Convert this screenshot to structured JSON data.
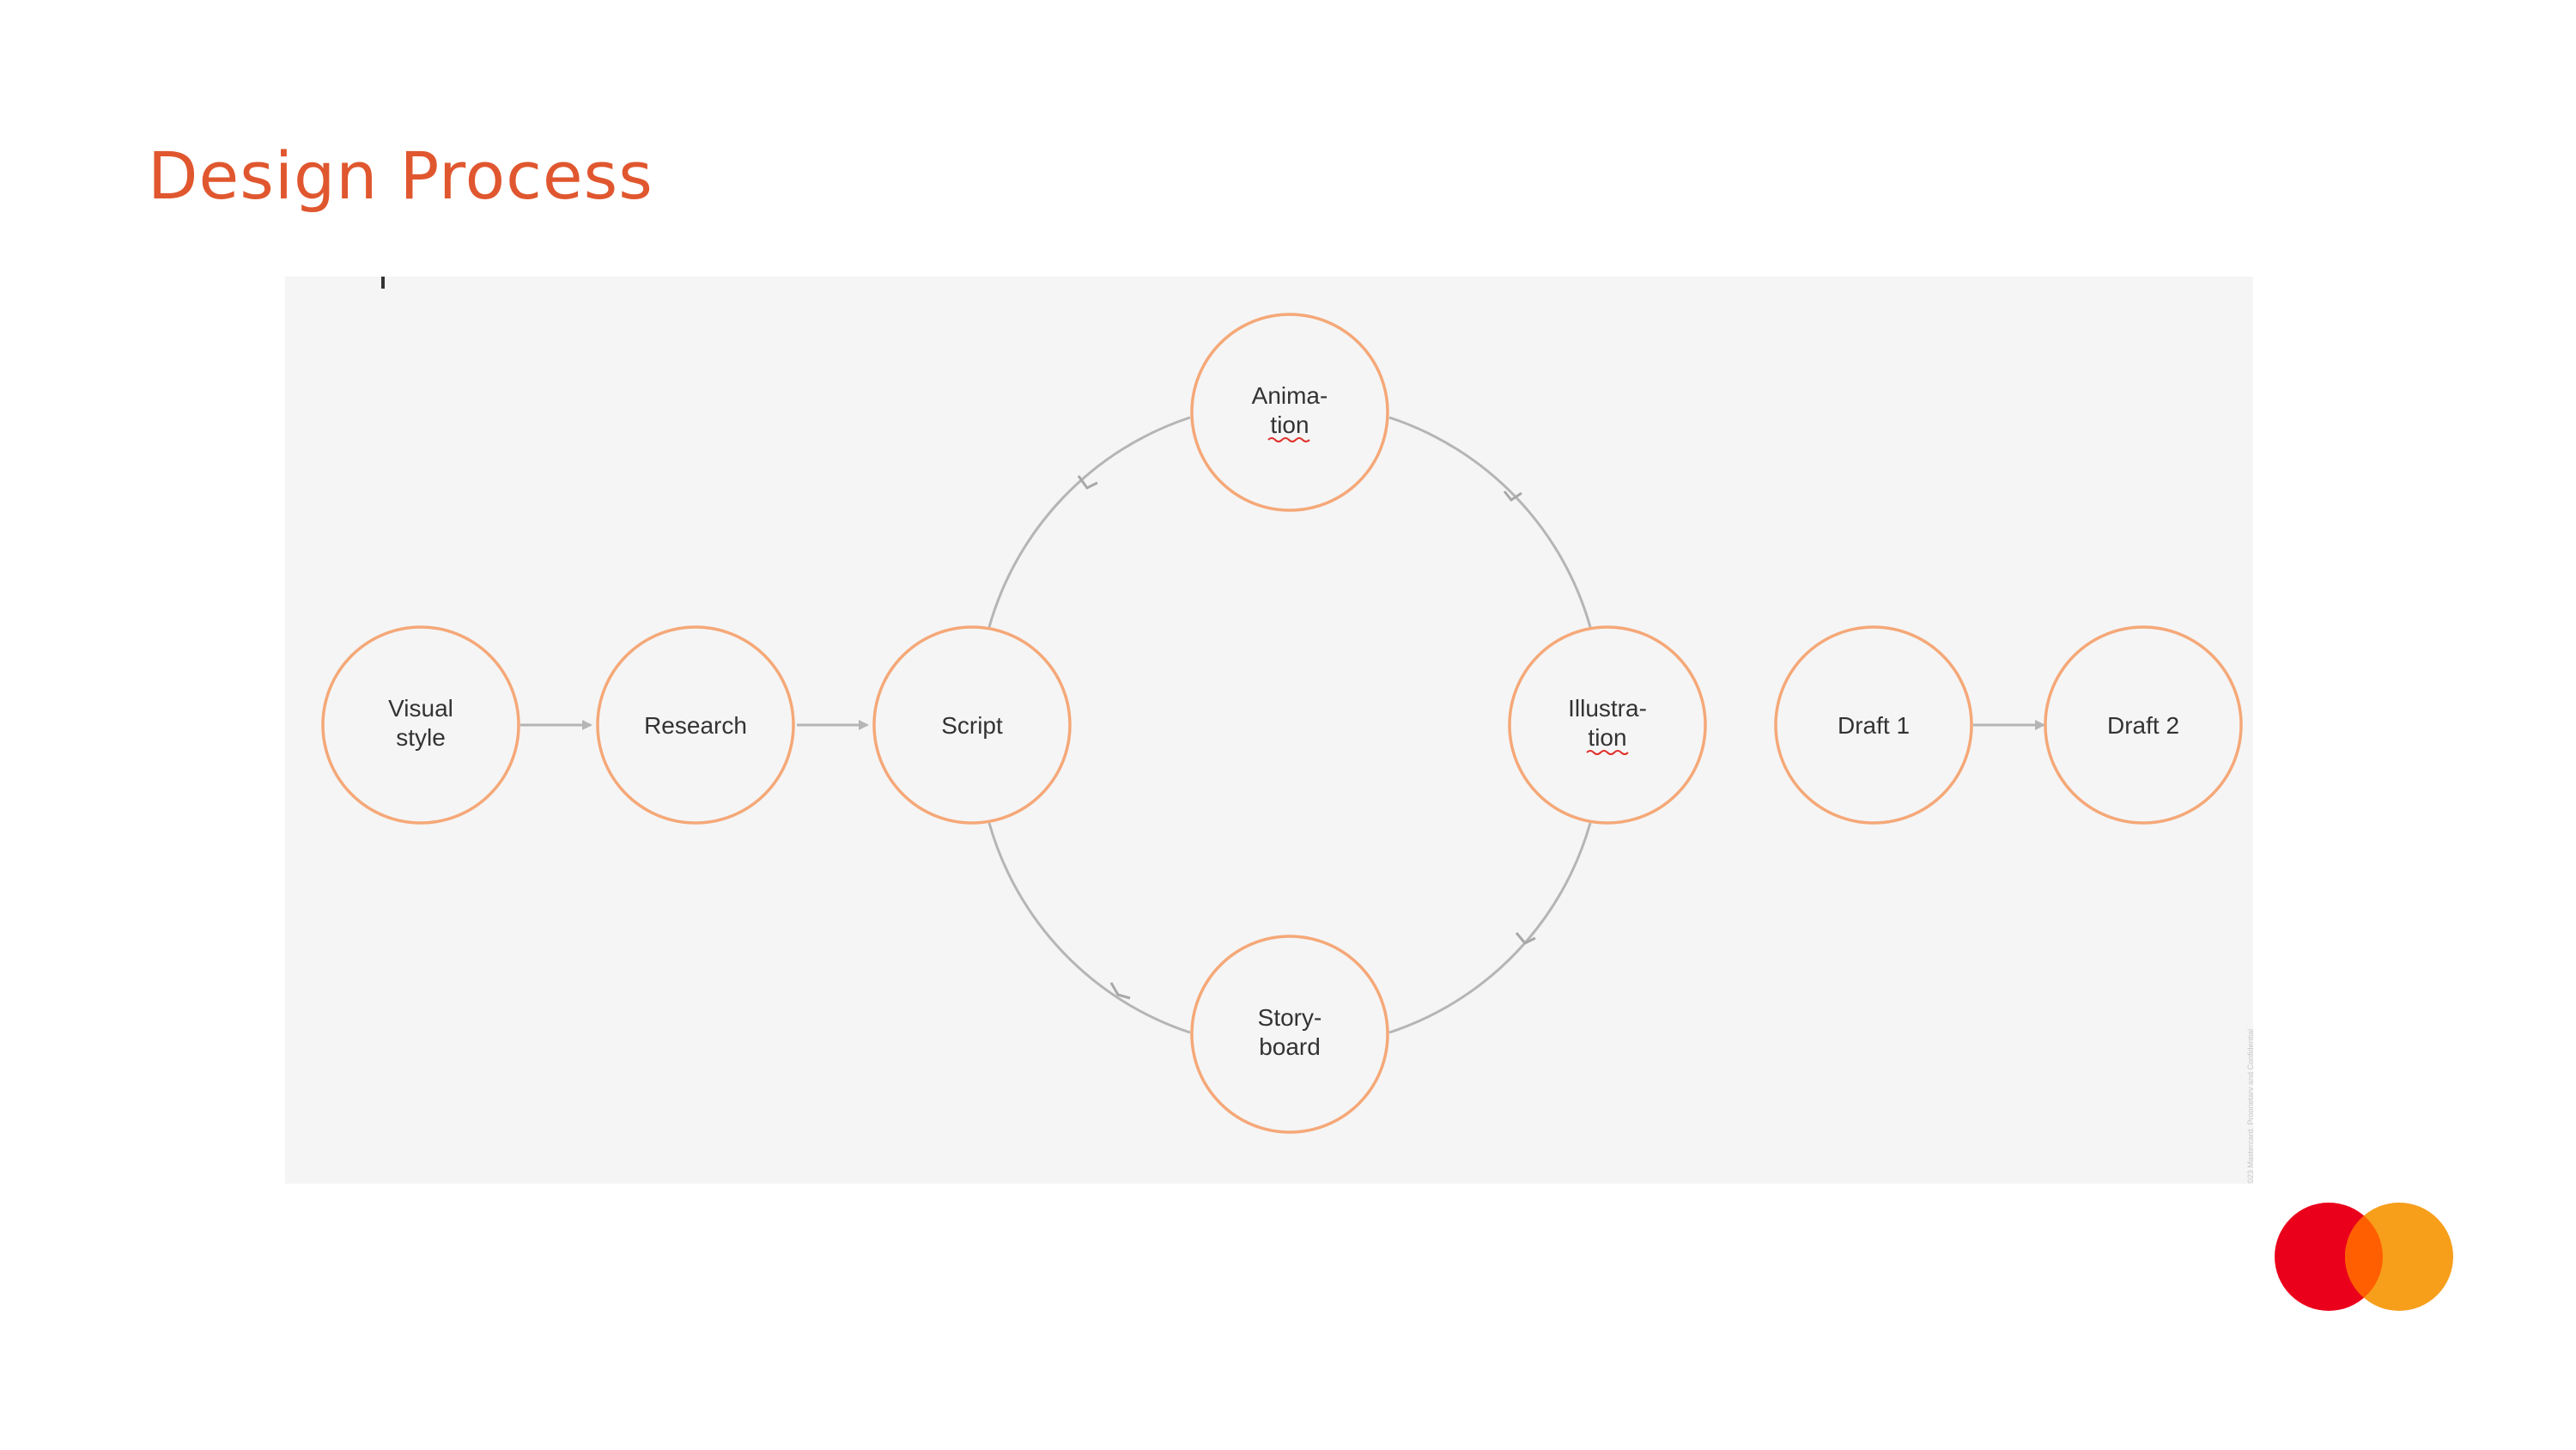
{
  "slide": {
    "title": "Design Process",
    "watermark": "2023 Mastercard. Proprietary and Confidential"
  },
  "diagram": {
    "colors": {
      "node_stroke": "#f5a878",
      "node_fill": "#f5f5f5",
      "edge": "#b5b5b5",
      "text": "#333333",
      "background": "#f5f5f5"
    },
    "nodes": {
      "visual_style": {
        "line1": "Visual",
        "line2": "style"
      },
      "research": {
        "line1": "Research"
      },
      "script": {
        "line1": "Script"
      },
      "animation": {
        "line1": "Anima-",
        "line2": "tion"
      },
      "illustration": {
        "line1": "Illustra-",
        "line2": "tion"
      },
      "storyboard": {
        "line1": "Story-",
        "line2": "board"
      },
      "draft1": {
        "line1": "Draft 1"
      },
      "draft2": {
        "line1": "Draft 2"
      }
    },
    "edges": [
      {
        "from": "Visual style",
        "to": "Research"
      },
      {
        "from": "Research",
        "to": "Script"
      },
      {
        "from": "Script",
        "to": "Story-board"
      },
      {
        "from": "Story-board",
        "to": "Illustra-tion"
      },
      {
        "from": "Illustra-tion",
        "to": "Anima-tion"
      },
      {
        "from": "Anima-tion",
        "to": "Script"
      },
      {
        "from": "Draft 1",
        "to": "Draft 2"
      }
    ]
  },
  "logo": {
    "name": "mastercard-logo",
    "colors": {
      "red": "#eb001b",
      "orange": "#f79e1b",
      "overlap": "#ff5f00"
    }
  }
}
